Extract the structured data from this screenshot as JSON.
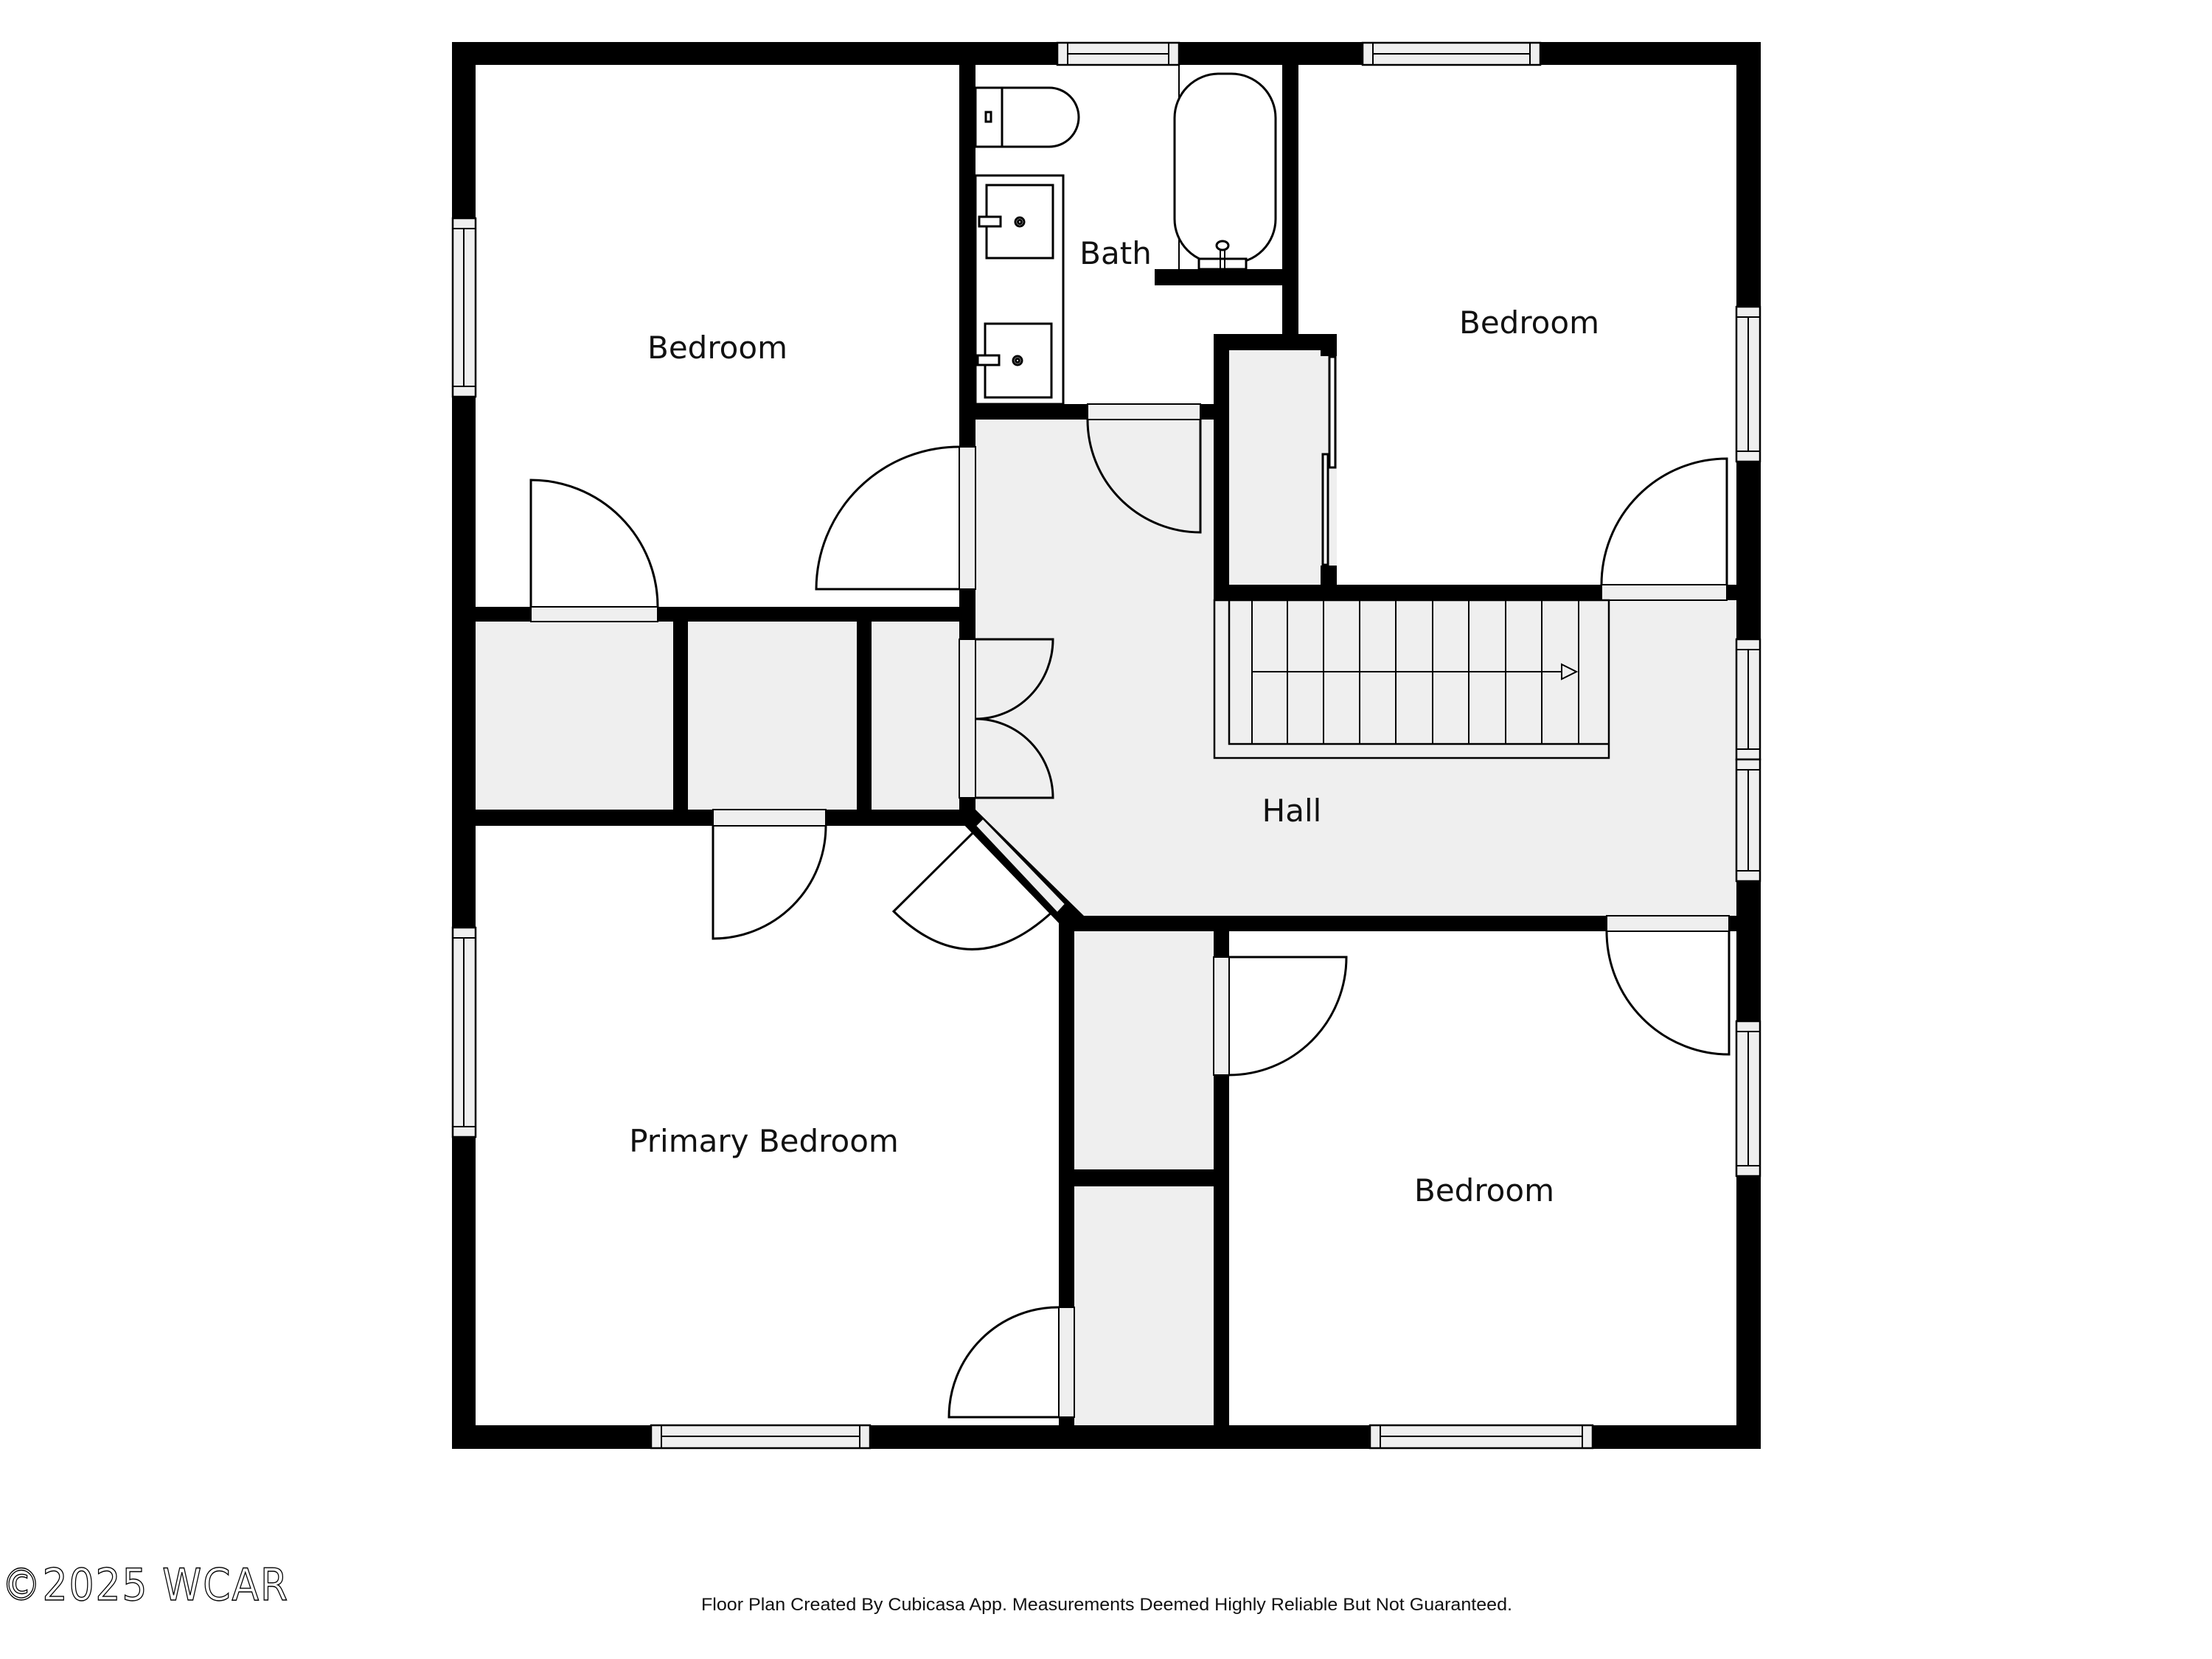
{
  "plan": {
    "outline_color": "#000000",
    "floor_fill": "#efefef",
    "background": "#ffffff"
  },
  "rooms": {
    "bedroom_top_left": {
      "label": "Bedroom"
    },
    "bath": {
      "label": "Bath"
    },
    "bedroom_top_right": {
      "label": "Bedroom"
    },
    "hall": {
      "label": "Hall"
    },
    "primary_bedroom": {
      "label": "Primary Bedroom"
    },
    "bedroom_bottom_right": {
      "label": "Bedroom"
    }
  },
  "stairs": {
    "tread_count": 10,
    "direction_icon": "arrow-right-icon"
  },
  "footer": {
    "watermark": "©2025 WCAR",
    "disclaimer": "Floor Plan Created By Cubicasa App. Measurements Deemed Highly Reliable But Not Guaranteed."
  }
}
